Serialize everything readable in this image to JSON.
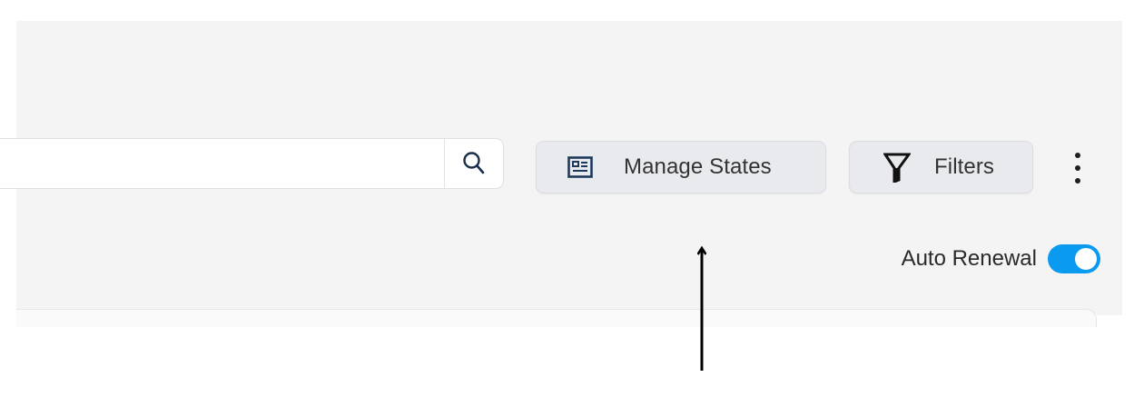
{
  "toolbar": {
    "search": {
      "value": "",
      "placeholder": "",
      "button_icon": "search-icon"
    },
    "manage_states": {
      "label": "Manage States",
      "icon": "id-card-icon"
    },
    "filters": {
      "label": "Filters",
      "icon": "funnel-icon"
    },
    "more_menu": {
      "icon": "kebab-menu-icon"
    }
  },
  "auto_renewal": {
    "label": "Auto Renewal",
    "enabled": true,
    "color": "#0a9af0"
  },
  "annotation": {
    "type": "arrow",
    "direction": "up",
    "points_to": "Manage States"
  },
  "colors": {
    "panel_bg": "#f4f4f4",
    "button_bg": "#e9eaed",
    "icon_navy": "#1b3a5c"
  }
}
